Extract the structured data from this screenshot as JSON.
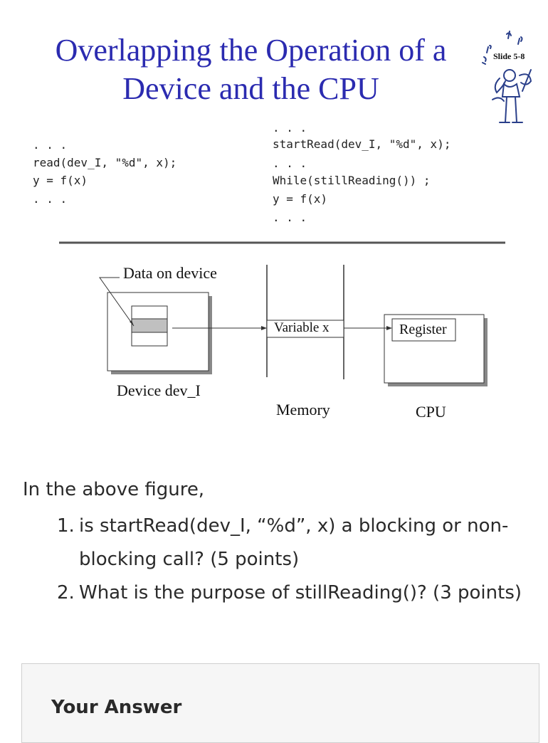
{
  "slide": {
    "title_line1": "Overlapping the Operation of a",
    "title_line2": "Device and the CPU",
    "slide_number": "Slide 5-8",
    "left_code": {
      "line1": ". . .",
      "line2": "read(dev_I, \"%d\", x);",
      "line3": "y = f(x)",
      "line4": ". . ."
    },
    "right_code": {
      "line1": ". . .",
      "line2": "startRead(dev_I, \"%d\", x);",
      "line3": ". . .",
      "line4": "While(stillReading()) ;",
      "line5": "y = f(x)",
      "line6": ". . ."
    },
    "diagram": {
      "data_on_device": "Data on device",
      "variable_x": "Variable x",
      "register": "Register",
      "device_label": "Device dev_I",
      "memory_label": "Memory",
      "cpu_label": "CPU"
    }
  },
  "question": {
    "intro": "In the above figure,",
    "items": [
      {
        "num": "1.",
        "text": "is startRead(dev_I, “%d”, x) a blocking or non-blocking call? (5 points)"
      },
      {
        "num": "2.",
        "text": "What is the purpose of stillReading()? (3 points)"
      }
    ]
  },
  "answer": {
    "title": "Your Answer"
  },
  "colors": {
    "title": "#2b2bb0",
    "shaded_cell": "#c0c0c0"
  }
}
